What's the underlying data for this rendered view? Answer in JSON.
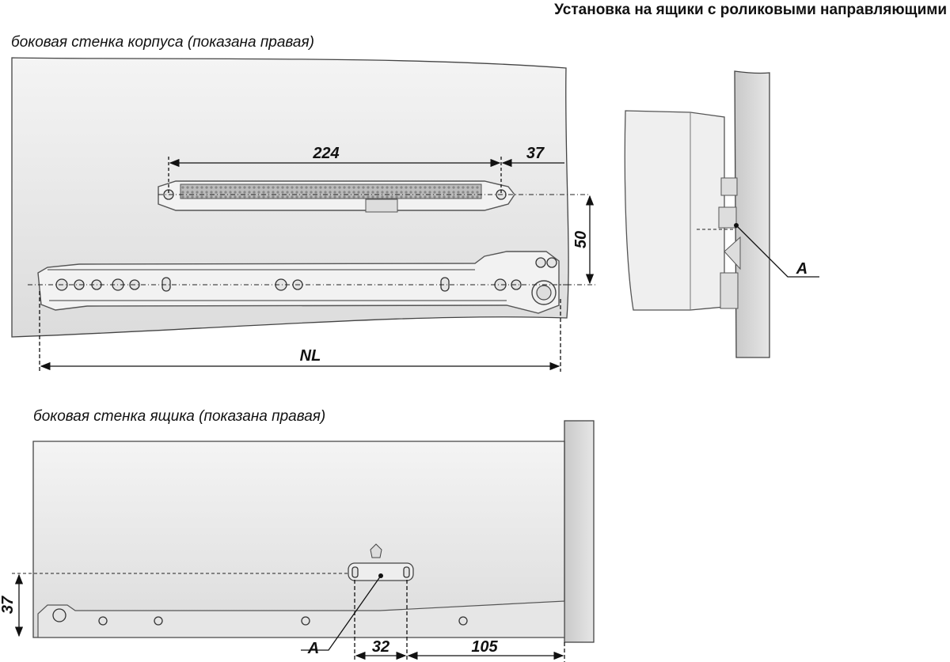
{
  "title": "Установка на ящики с роликовыми направляющими",
  "cabinet_view": {
    "caption": "боковая стенка корпуса (показана правая)",
    "dim_damper_length": "224",
    "dim_damper_offset": "37",
    "dim_vertical": "50",
    "dim_rail_length": "NL"
  },
  "side_view": {
    "label": "A"
  },
  "drawer_view": {
    "caption": "боковая стенка ящика (показана правая)",
    "dim_height": "37",
    "label": "A",
    "dim_hole_spacing": "32",
    "dim_front_offset": "105"
  }
}
